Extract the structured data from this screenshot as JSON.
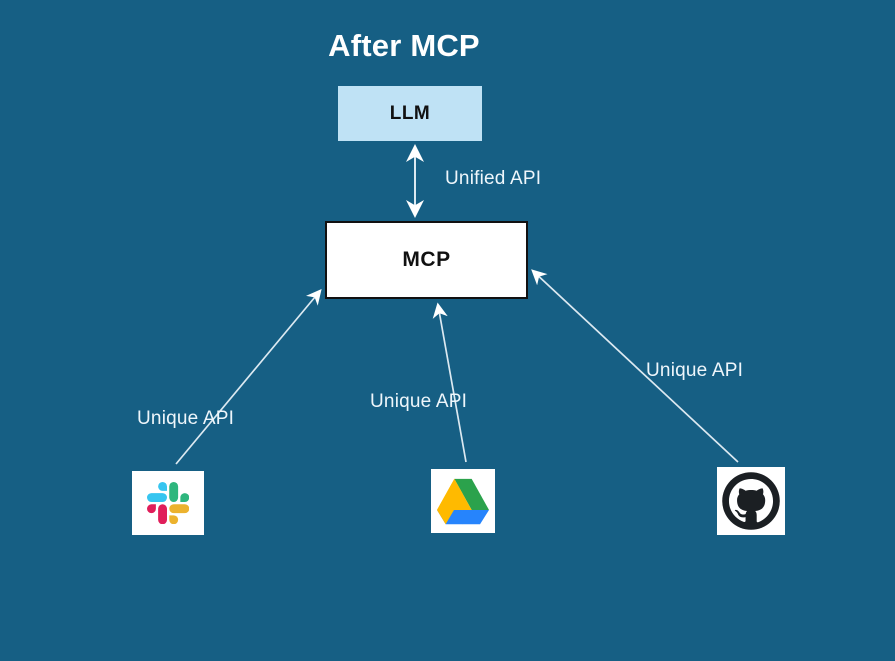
{
  "diagram": {
    "title": "After MCP",
    "background_color": "#165f84",
    "type": "architecture-flow"
  },
  "nodes": [
    {
      "id": "llm",
      "label": "LLM",
      "fill": "#bfe2f5",
      "text_color": "#111111"
    },
    {
      "id": "mcp",
      "label": "MCP",
      "fill": "#ffffff",
      "text_color": "#111111",
      "border_color": "#111111"
    }
  ],
  "services": [
    {
      "id": "slack",
      "icon": "slack-icon",
      "colors": [
        "#36c5f0",
        "#2eb67d",
        "#e01e5a",
        "#ecb22e"
      ]
    },
    {
      "id": "google-drive",
      "icon": "google-drive-icon",
      "colors": [
        "#ffba00",
        "#2ba24c",
        "#2684fc"
      ]
    },
    {
      "id": "github",
      "icon": "github-icon",
      "colors": [
        "#1b1f23"
      ]
    }
  ],
  "edges": [
    {
      "id": "llm-mcp",
      "from": "mcp",
      "to": "llm",
      "label": "Unified API",
      "style": "double-arrow",
      "color": "#ffffff"
    },
    {
      "id": "slack-mcp",
      "from": "slack",
      "to": "mcp",
      "label": "Unique API",
      "style": "arrow",
      "color": "#ffffff"
    },
    {
      "id": "drive-mcp",
      "from": "google-drive",
      "to": "mcp",
      "label": "Unique API",
      "style": "arrow",
      "color": "#ffffff"
    },
    {
      "id": "github-mcp",
      "from": "github",
      "to": "mcp",
      "label": "Unique API",
      "style": "arrow",
      "color": "#ffffff"
    }
  ],
  "labels": {
    "unified_api": "Unified API",
    "unique_api_left": "Unique API",
    "unique_api_mid": "Unique API",
    "unique_api_right": "Unique API"
  }
}
